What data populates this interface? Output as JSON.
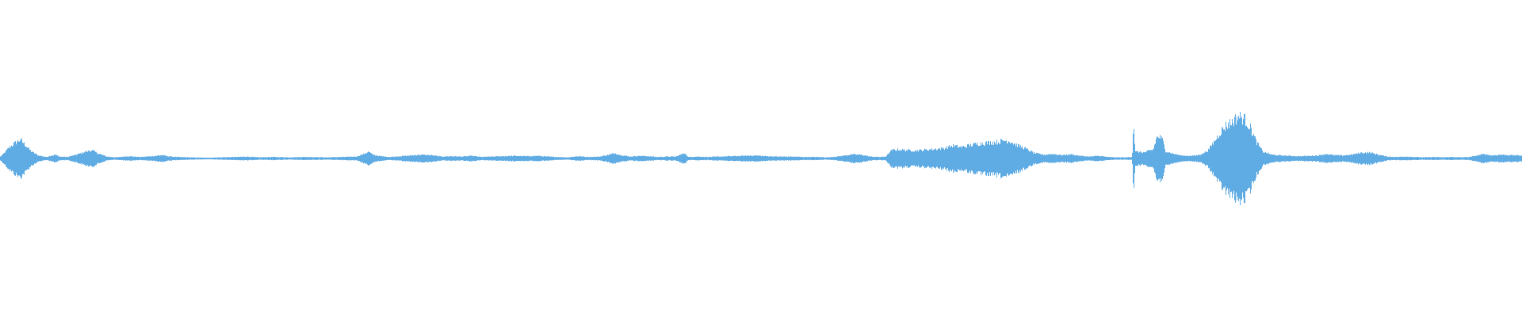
{
  "waveform": {
    "color": "#5fabe3",
    "envelope": [
      [
        0.0,
        0.05
      ],
      [
        0.2,
        0.12
      ],
      [
        0.6,
        0.3
      ],
      [
        1.0,
        0.42
      ],
      [
        1.3,
        0.5
      ],
      [
        1.6,
        0.38
      ],
      [
        2.0,
        0.2
      ],
      [
        2.5,
        0.08
      ],
      [
        3.0,
        0.04
      ],
      [
        3.6,
        0.1
      ],
      [
        3.9,
        0.05
      ],
      [
        4.4,
        0.04
      ],
      [
        5.0,
        0.1
      ],
      [
        5.6,
        0.18
      ],
      [
        6.0,
        0.22
      ],
      [
        6.4,
        0.14
      ],
      [
        7.0,
        0.05
      ],
      [
        7.6,
        0.03
      ],
      [
        8.4,
        0.06
      ],
      [
        9.2,
        0.04
      ],
      [
        10.0,
        0.06
      ],
      [
        10.6,
        0.09
      ],
      [
        11.0,
        0.06
      ],
      [
        11.6,
        0.04
      ],
      [
        12.5,
        0.03
      ],
      [
        13.5,
        0.02
      ],
      [
        14.5,
        0.03
      ],
      [
        15.5,
        0.04
      ],
      [
        16.2,
        0.05
      ],
      [
        17.0,
        0.03
      ],
      [
        18.0,
        0.04
      ],
      [
        19.0,
        0.03
      ],
      [
        20.0,
        0.04
      ],
      [
        21.5,
        0.03
      ],
      [
        22.5,
        0.04
      ],
      [
        23.4,
        0.05
      ],
      [
        23.9,
        0.12
      ],
      [
        24.2,
        0.18
      ],
      [
        24.5,
        0.1
      ],
      [
        25.0,
        0.06
      ],
      [
        25.6,
        0.04
      ],
      [
        26.3,
        0.06
      ],
      [
        27.0,
        0.08
      ],
      [
        27.6,
        0.1
      ],
      [
        28.3,
        0.09
      ],
      [
        29.0,
        0.05
      ],
      [
        29.7,
        0.06
      ],
      [
        30.3,
        0.05
      ],
      [
        31.0,
        0.07
      ],
      [
        31.6,
        0.04
      ],
      [
        32.3,
        0.05
      ],
      [
        33.0,
        0.06
      ],
      [
        33.8,
        0.07
      ],
      [
        34.6,
        0.06
      ],
      [
        35.3,
        0.07
      ],
      [
        36.0,
        0.05
      ],
      [
        36.6,
        0.04
      ],
      [
        37.3,
        0.03
      ],
      [
        38.0,
        0.06
      ],
      [
        38.6,
        0.04
      ],
      [
        39.4,
        0.05
      ],
      [
        40.0,
        0.1
      ],
      [
        40.4,
        0.14
      ],
      [
        40.8,
        0.09
      ],
      [
        41.4,
        0.05
      ],
      [
        42.0,
        0.07
      ],
      [
        42.6,
        0.06
      ],
      [
        43.2,
        0.04
      ],
      [
        43.8,
        0.05
      ],
      [
        44.4,
        0.05
      ],
      [
        45.0,
        0.15
      ],
      [
        45.2,
        0.04
      ],
      [
        45.8,
        0.05
      ],
      [
        46.5,
        0.04
      ],
      [
        47.2,
        0.05
      ],
      [
        48.0,
        0.06
      ],
      [
        48.8,
        0.07
      ],
      [
        49.6,
        0.08
      ],
      [
        50.4,
        0.06
      ],
      [
        51.2,
        0.05
      ],
      [
        52.0,
        0.05
      ],
      [
        52.8,
        0.04
      ],
      [
        53.6,
        0.04
      ],
      [
        54.4,
        0.03
      ],
      [
        55.2,
        0.06
      ],
      [
        56.0,
        0.11
      ],
      [
        56.6,
        0.1
      ],
      [
        57.2,
        0.05
      ],
      [
        57.8,
        0.04
      ],
      [
        58.2,
        0.05
      ],
      [
        58.6,
        0.22
      ],
      [
        59.0,
        0.24
      ],
      [
        59.6,
        0.22
      ],
      [
        60.2,
        0.21
      ],
      [
        60.8,
        0.23
      ],
      [
        61.4,
        0.25
      ],
      [
        62.0,
        0.27
      ],
      [
        62.6,
        0.34
      ],
      [
        63.2,
        0.3
      ],
      [
        63.8,
        0.36
      ],
      [
        64.4,
        0.4
      ],
      [
        65.0,
        0.42
      ],
      [
        65.6,
        0.44
      ],
      [
        66.0,
        0.48
      ],
      [
        66.4,
        0.46
      ],
      [
        66.8,
        0.36
      ],
      [
        67.2,
        0.3
      ],
      [
        67.6,
        0.22
      ],
      [
        68.0,
        0.14
      ],
      [
        68.6,
        0.1
      ],
      [
        69.2,
        0.12
      ],
      [
        69.8,
        0.09
      ],
      [
        70.4,
        0.11
      ],
      [
        71.0,
        0.07
      ],
      [
        71.6,
        0.05
      ],
      [
        72.2,
        0.07
      ],
      [
        72.8,
        0.04
      ],
      [
        73.4,
        0.03
      ],
      [
        74.0,
        0.03
      ],
      [
        74.4,
        0.04
      ],
      [
        74.5,
        1.0
      ],
      [
        74.6,
        0.18
      ],
      [
        75.2,
        0.16
      ],
      [
        75.8,
        0.24
      ],
      [
        76.0,
        0.55
      ],
      [
        76.2,
        0.58
      ],
      [
        76.4,
        0.5
      ],
      [
        76.6,
        0.2
      ],
      [
        77.0,
        0.14
      ],
      [
        77.6,
        0.08
      ],
      [
        78.2,
        0.07
      ],
      [
        78.6,
        0.08
      ],
      [
        79.0,
        0.12
      ],
      [
        79.4,
        0.22
      ],
      [
        79.8,
        0.45
      ],
      [
        80.2,
        0.7
      ],
      [
        80.6,
        0.88
      ],
      [
        81.0,
        0.98
      ],
      [
        81.4,
        1.12
      ],
      [
        81.8,
        1.05
      ],
      [
        82.2,
        0.8
      ],
      [
        82.6,
        0.42
      ],
      [
        83.0,
        0.18
      ],
      [
        83.6,
        0.1
      ],
      [
        84.2,
        0.08
      ],
      [
        84.8,
        0.07
      ],
      [
        85.4,
        0.06
      ],
      [
        86.0,
        0.07
      ],
      [
        86.6,
        0.08
      ],
      [
        87.2,
        0.12
      ],
      [
        87.6,
        0.09
      ],
      [
        88.2,
        0.08
      ],
      [
        88.8,
        0.1
      ],
      [
        89.4,
        0.15
      ],
      [
        90.0,
        0.16
      ],
      [
        90.6,
        0.1
      ],
      [
        91.2,
        0.05
      ],
      [
        91.8,
        0.04
      ],
      [
        92.4,
        0.05
      ],
      [
        93.0,
        0.04
      ],
      [
        93.6,
        0.03
      ],
      [
        94.2,
        0.04
      ],
      [
        94.8,
        0.03
      ],
      [
        95.4,
        0.04
      ],
      [
        96.0,
        0.03
      ],
      [
        96.6,
        0.04
      ],
      [
        97.2,
        0.09
      ],
      [
        97.6,
        0.12
      ],
      [
        98.0,
        0.08
      ],
      [
        98.6,
        0.1
      ],
      [
        99.2,
        0.09
      ],
      [
        100.0,
        0.08
      ]
    ]
  }
}
